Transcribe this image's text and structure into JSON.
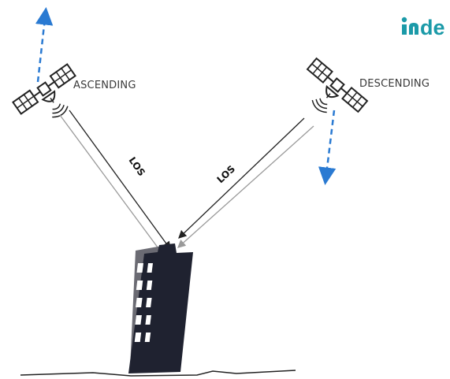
{
  "logo": {
    "text": "de",
    "color": "#1b9aa8"
  },
  "satellites": {
    "ascending": {
      "label": "ASCENDING"
    },
    "descending": {
      "label": "DESCENDING"
    }
  },
  "los": {
    "left": "LOS",
    "right": "LOS"
  },
  "colors": {
    "track_arrow": "#2a7ad2",
    "building": "#1f2230",
    "building_shadow": "#6b6b73",
    "window": "#ffffff",
    "los_dark": "#222222",
    "los_light": "#9a9a9a"
  }
}
